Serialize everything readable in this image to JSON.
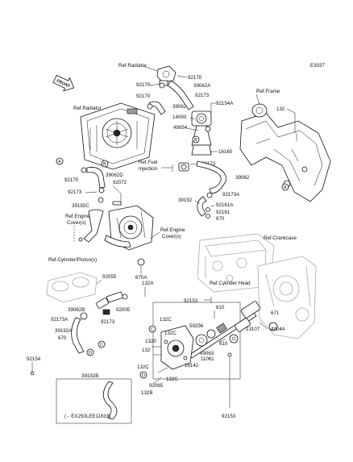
{
  "diagram_code": "E3037",
  "arrow_label": "FRONT",
  "parts": {
    "p92170a": "92170",
    "p92170b": "92170",
    "p92170c": "92170",
    "p92170d": "92170",
    "p39062A": "39062A",
    "p92173a": "92173",
    "p92173b": "92173",
    "p92173c": "92173",
    "p92173d": "92173",
    "p39062C": "39062C",
    "p92154A": "92154A",
    "p14093": "14093",
    "p49054": "49054",
    "p16160": "16160",
    "p132a": "132",
    "p39062D": "39062D",
    "p92072": "92072",
    "p39062": "39062",
    "p39192C": "39192C",
    "p39192": "39192",
    "p92173A": "92173A",
    "p92161A": "92161A",
    "p92161": "92161",
    "p670a": "670",
    "p670A": "670A",
    "p92055": "92055",
    "p132A": "132A",
    "p92005": "92005",
    "p39062B": "39062B",
    "p92173Ab": "92173A",
    "p39192A": "39192A",
    "p670b": "670",
    "p92154": "92154",
    "p39192B": "39192B",
    "p92153a": "92153",
    "p92153b": "92153",
    "p610a": "610",
    "p610b": "610",
    "p671": "671",
    "p13107": "13107",
    "p49044": "49044",
    "p59256": "59256",
    "p132C": "132C",
    "p132Cb": "132C",
    "p132Cc": "132C",
    "p1320": "1320",
    "p49063": "49063",
    "p11061": "11061",
    "p16142": "16142",
    "p92065": "92065",
    "p132B": "132B",
    "p1320b": "132"
  },
  "refs": {
    "radiator1": "Ref.Radiator",
    "radiator2": "Ref.Radiator",
    "frame": "Ref.Frame",
    "fuel_injection_1": "Ref.Fuel",
    "fuel_injection_2": "Injection",
    "engine_cover_a1": "Ref.Engine",
    "engine_cover_a2": "Cover(s)",
    "engine_cover_b1": "Ref.Engine",
    "engine_cover_b2": "Cover(s)",
    "cylinder_piston": "Ref.Cylinder/Piston(s)",
    "crankcase": "Ref.Crankcase",
    "cylinder_head": "Ref.Cylinder Head"
  },
  "callouts": {
    "A": "A",
    "B": "B",
    "A2": "A",
    "B2": "B",
    "C": "C",
    "C2": "C",
    "D": "D",
    "D2": "D"
  },
  "note": "(←EX250LEE11633)"
}
